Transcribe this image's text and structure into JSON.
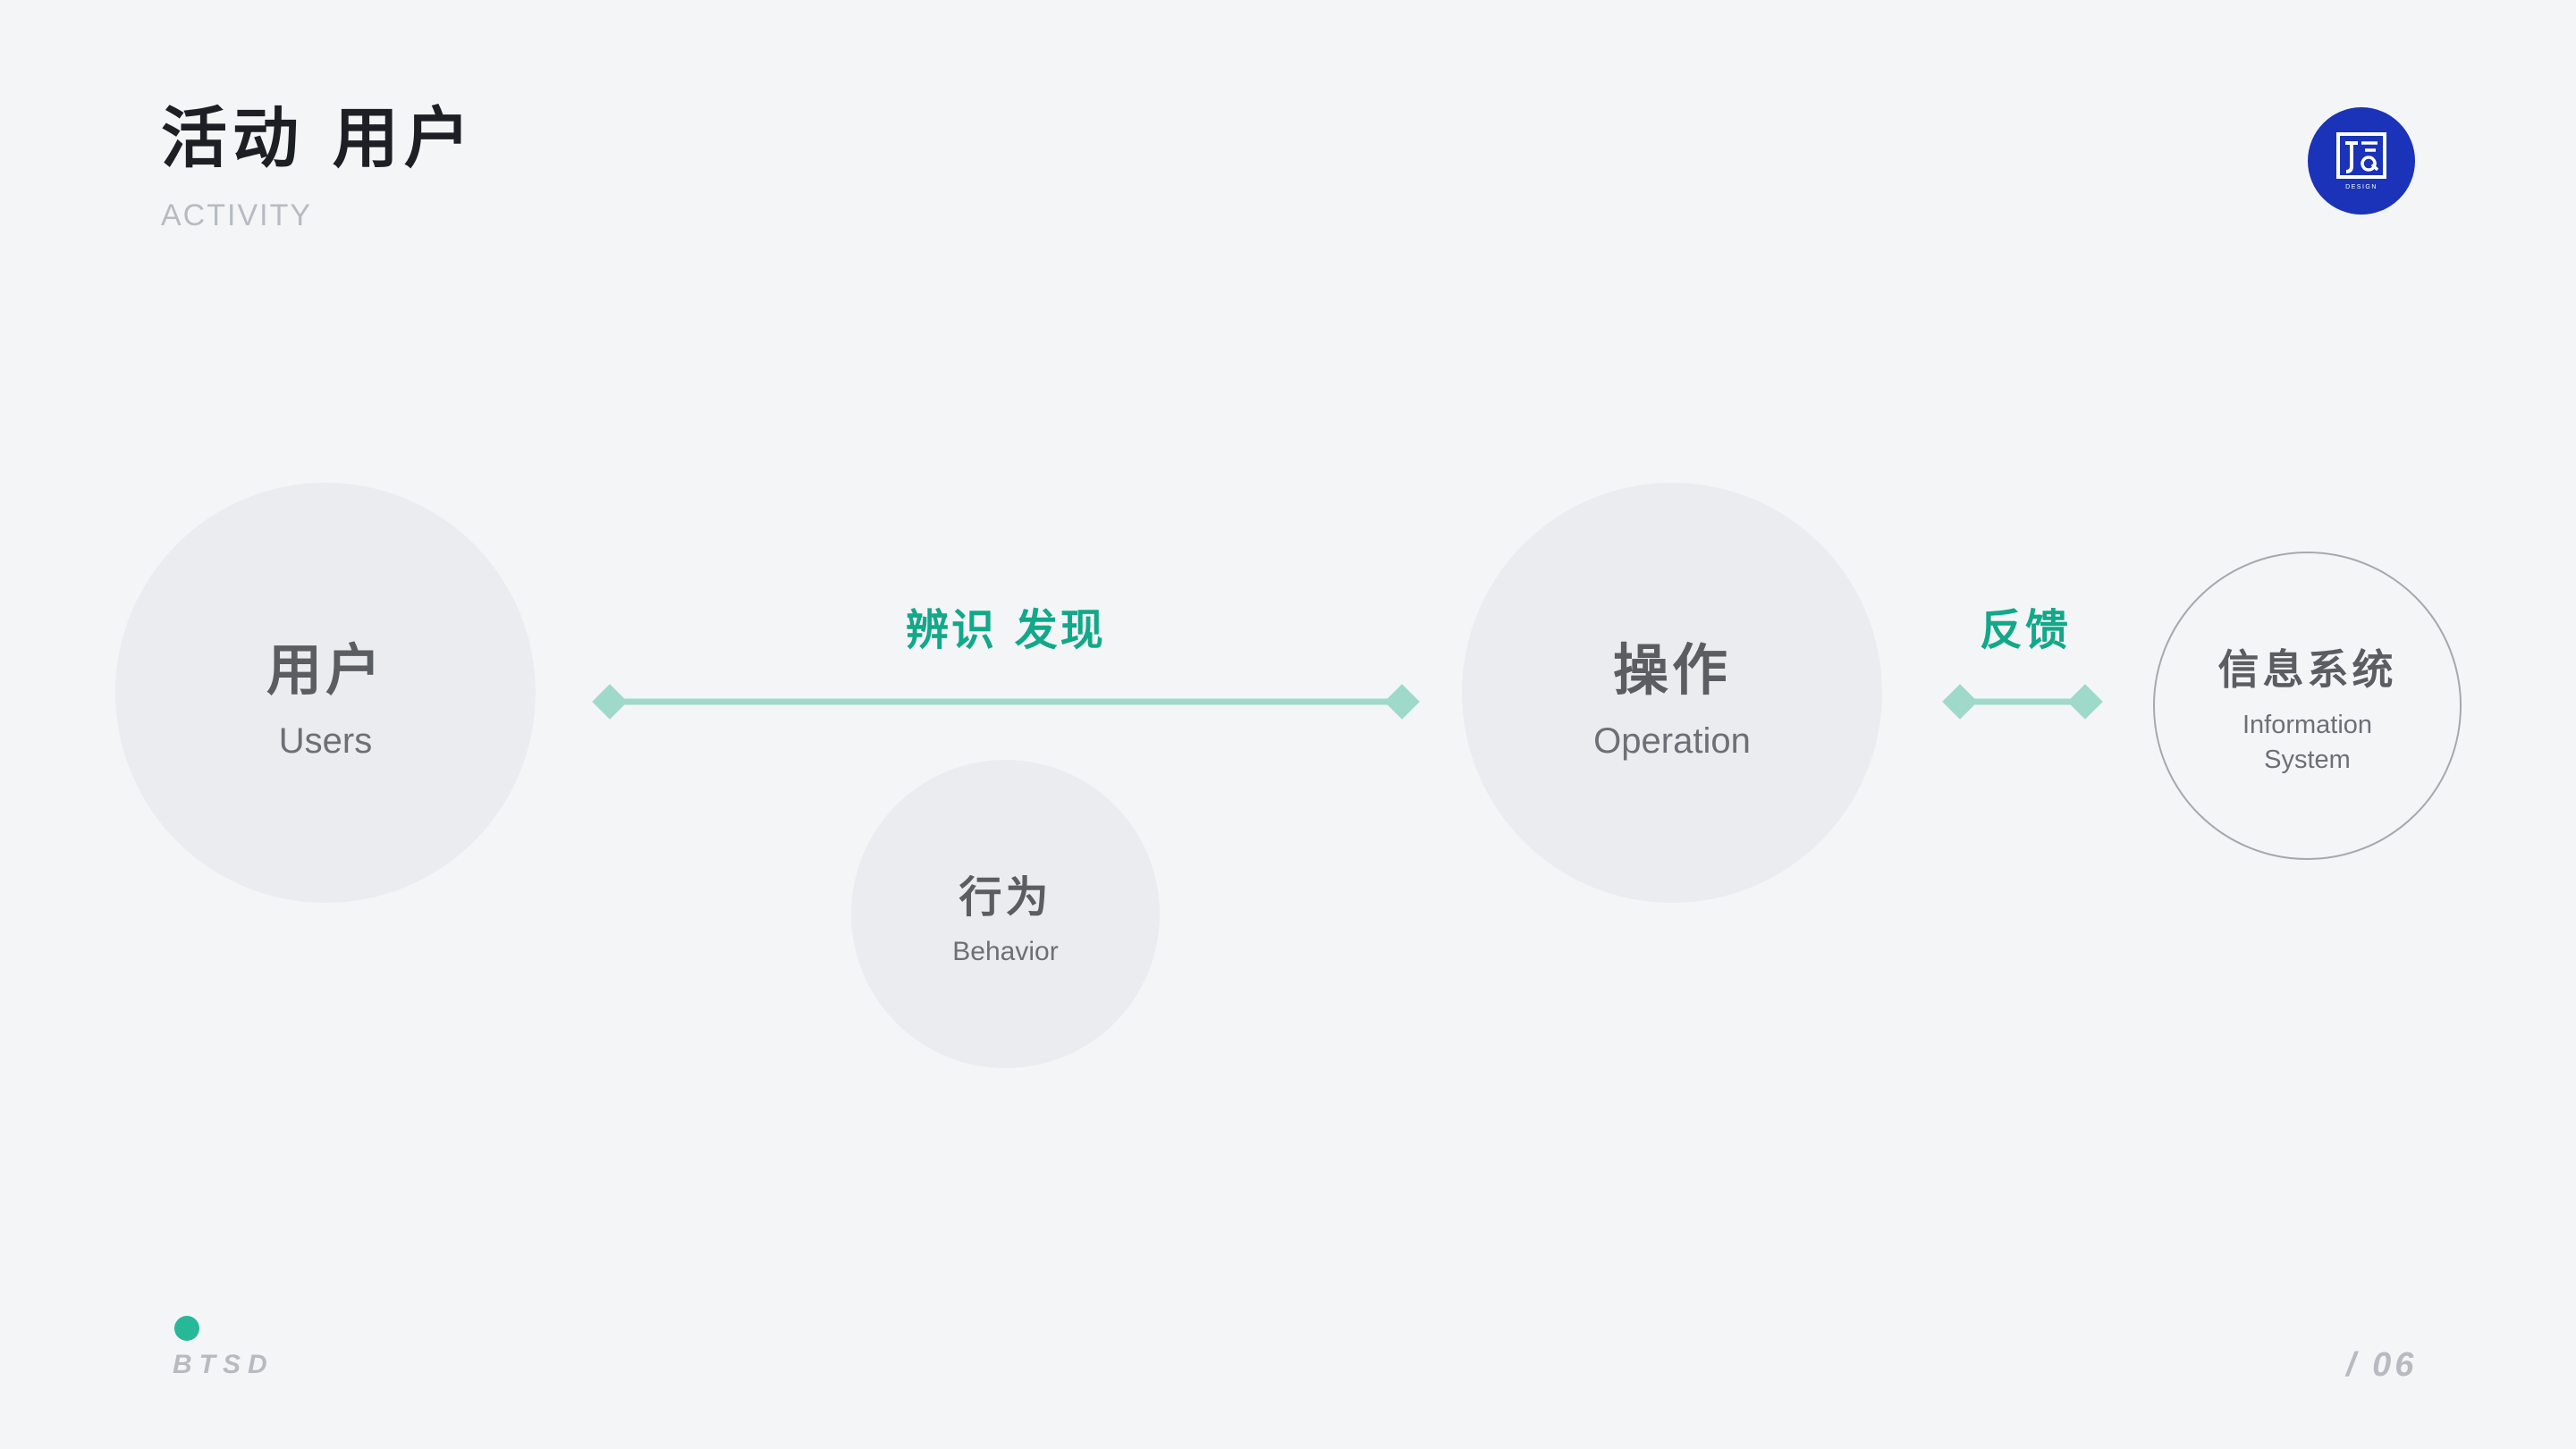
{
  "header": {
    "title": "活动 用户",
    "subtitle": "ACTIVITY"
  },
  "logo": {
    "icon": "jq-design-logo-icon",
    "text": "DESIGN",
    "color": "#1a33b8"
  },
  "nodes": [
    {
      "id": "users",
      "zh": "用户",
      "en": "Users"
    },
    {
      "id": "behavior",
      "zh": "行为",
      "en": "Behavior"
    },
    {
      "id": "operation",
      "zh": "操作",
      "en": "Operation"
    },
    {
      "id": "information-system",
      "zh": "信息系统",
      "en_line1": "Information",
      "en_line2": "System"
    }
  ],
  "edges": [
    {
      "from": "users",
      "to": "operation",
      "label": "辨识 发现"
    },
    {
      "from": "operation",
      "to": "information-system",
      "label": "反馈"
    }
  ],
  "colors": {
    "accent": "#12a889",
    "connector": "#9fd9c9",
    "node_fill": "#ebecef",
    "background": "#f4f5f7"
  },
  "footer": {
    "brand": "BTSD",
    "page": "/ 06"
  }
}
